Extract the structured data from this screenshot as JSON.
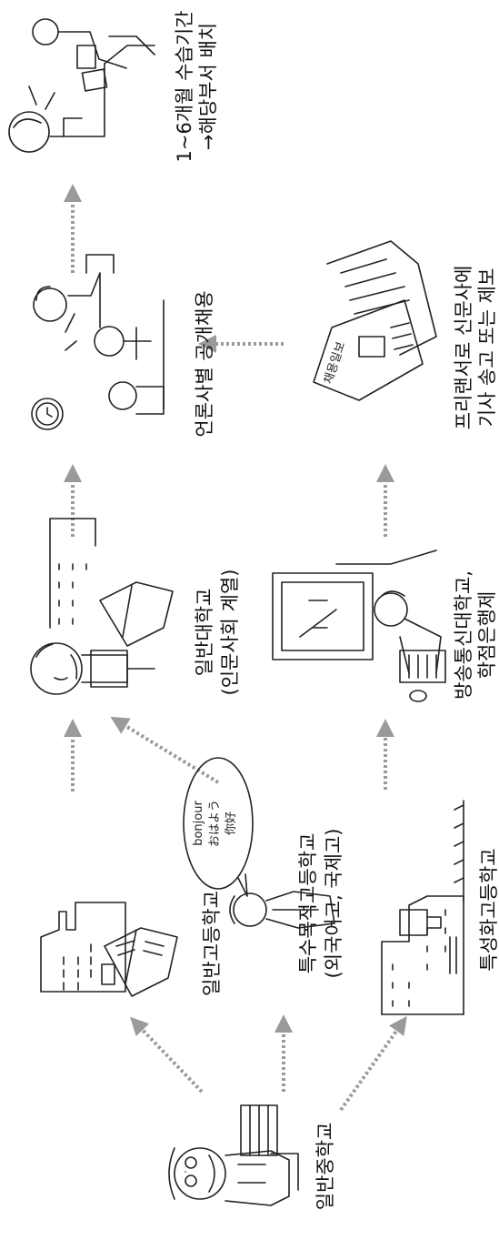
{
  "nodes": {
    "middle_school": "일반중학교",
    "general_high": "일반고등학교",
    "special_purpose_high_line1": "특수목적고등학교",
    "special_purpose_high_line2": "(외국어고, 국제고)",
    "specialized_high": "특성화고등학교",
    "university_line1": "일반대학교",
    "university_line2": "(인문사회 계열)",
    "open_univ_line1": "방송통신대학교,",
    "open_univ_line2": "학점은행제",
    "media_hiring": "언론사별 공개채용",
    "freelance_line1": "프리랜서로 신문사에",
    "freelance_line2": "기사 송고 또는 제보",
    "training_line1": "1~6개월 수습기간",
    "training_line2": "→해당부서 배치"
  },
  "illustration_text": {
    "speech_bubble": [
      "bonjour",
      "おはよう",
      "你好"
    ],
    "newspaper_heading": "채용일보"
  },
  "colors": {
    "arrow": "#9a9a9a",
    "ink": "#222222"
  }
}
